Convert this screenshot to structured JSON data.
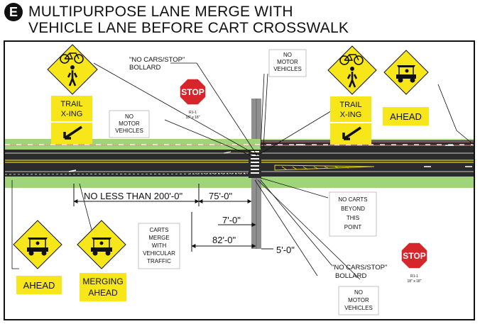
{
  "header": {
    "badge_letter": "E",
    "title_line1": "MULTIPURPOSE LANE MERGE WITH",
    "title_line2": "VEHICLE LANE BEFORE CART CROSSWALK"
  },
  "signs": {
    "trail_xing_line1": "TRAIL",
    "trail_xing_line2": "X-ING",
    "ahead": "AHEAD",
    "merging_line1": "MERGING",
    "merging_line2": "AHEAD",
    "stop": "STOP",
    "stop_code": "R1-1",
    "stop_size": "18\" x 18\""
  },
  "callouts": {
    "no_cars_stop_bollard_top": [
      "\"NO CARS/STOP\"",
      "BOLLARD"
    ],
    "no_motor_vehicles_top": [
      "NO",
      "MOTOR",
      "VEHICLES"
    ],
    "no_motor_vehicles_mid": [
      "NO",
      "MOTOR",
      "VEHICLES"
    ],
    "carts_merge": [
      "CARTS",
      "MERGE",
      "WITH",
      "VEHICULAR",
      "TRAFFIC"
    ],
    "no_carts_beyond": [
      "NO CARTS",
      "BEYOND",
      "THIS",
      "POINT"
    ],
    "no_cars_stop_bollard_bottom": [
      "\"NO CARS/STOP\"",
      "BOLLARD"
    ],
    "no_motor_vehicles_bottom": [
      "NO",
      "MOTOR",
      "VEHICLES"
    ]
  },
  "dimensions": {
    "no_less_than": "NO LESS THAN 200'-0\"",
    "d75": "75'-0\"",
    "d7": "7'-0\"",
    "d82": "82'-0\"",
    "d5": "5'-0\""
  },
  "colors": {
    "sign_yellow": "#f6e61a",
    "stop_red": "#d7262b",
    "grass": "#9fd47a",
    "asphalt": "#2a2a2a",
    "lane_yellow": "#e8d21b"
  },
  "icons": {
    "bicycle": "bicycle-icon",
    "pedestrian": "pedestrian-icon",
    "golf_cart": "golf-cart-icon",
    "arrow": "down-left-arrow-icon"
  }
}
